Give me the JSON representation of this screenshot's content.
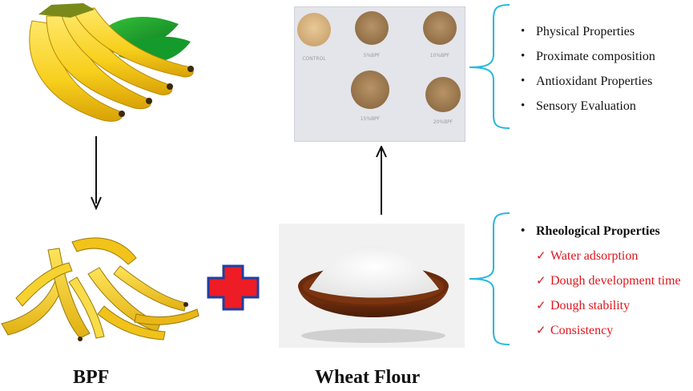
{
  "labels": {
    "left": "BPF",
    "right": "Wheat Flour"
  },
  "biscuit_labels": [
    "CONTROL",
    "5%BPF",
    "10%BPF",
    "15%BPF",
    "20%BPF"
  ],
  "outcomes": {
    "items": [
      "Physical Properties",
      "Proximate composition",
      "Antioxidant Properties",
      "Sensory Evaluation"
    ]
  },
  "rheology": {
    "title": "Rheological Properties",
    "items": [
      "Water adsorption",
      "Dough development time",
      "Dough stability",
      "Consistency"
    ]
  },
  "colors": {
    "brace": "#27b8de",
    "accent_red": "#e0141c",
    "plus_fill": "#ee1c24",
    "plus_border": "#1d3fa5"
  },
  "icons": {
    "plus": "plus-icon",
    "check": "check-icon"
  }
}
